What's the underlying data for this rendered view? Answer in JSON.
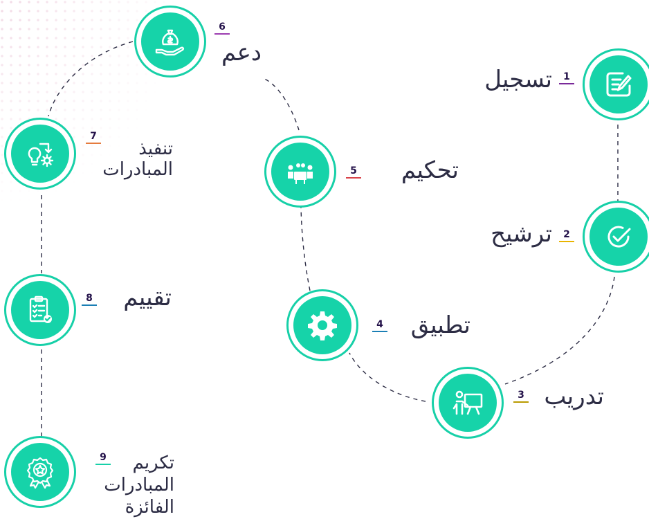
{
  "steps": [
    {
      "number": "1",
      "label": "تسجيل",
      "icon": "edit-document-icon",
      "color": "#7a2a9a"
    },
    {
      "number": "2",
      "label": "ترشيح",
      "icon": "check-circle-icon",
      "color": "#e9b400"
    },
    {
      "number": "3",
      "label": "تدريب",
      "icon": "presentation-trainer-icon",
      "color": "#b99a00"
    },
    {
      "number": "4",
      "label": "تطبيق",
      "icon": "gear-icon",
      "color": "#1b7fb5"
    },
    {
      "number": "5",
      "label": "تحكيم",
      "icon": "meeting-judges-icon",
      "color": "#d9434a"
    },
    {
      "number": "6",
      "label": "دعم",
      "icon": "money-bag-hand-icon",
      "color": "#9b3bb0"
    },
    {
      "number": "7",
      "label_line1": "تنفيذ",
      "label_line2": "المبادرات",
      "icon": "idea-process-icon",
      "color": "#e57b3e"
    },
    {
      "number": "8",
      "label": "تقييم",
      "icon": "clipboard-checklist-icon",
      "color": "#1b7fb5"
    },
    {
      "number": "9",
      "label_line1": "تكريم",
      "label_line2": "المبادرات",
      "label_line3": "الفائزة",
      "icon": "award-badge-icon",
      "color": "#17d0a8"
    }
  ],
  "colors": {
    "accent": "#16d3a9",
    "ring": "#17d0a8",
    "text": "#2c2c44",
    "dash": "#2c2c44"
  }
}
